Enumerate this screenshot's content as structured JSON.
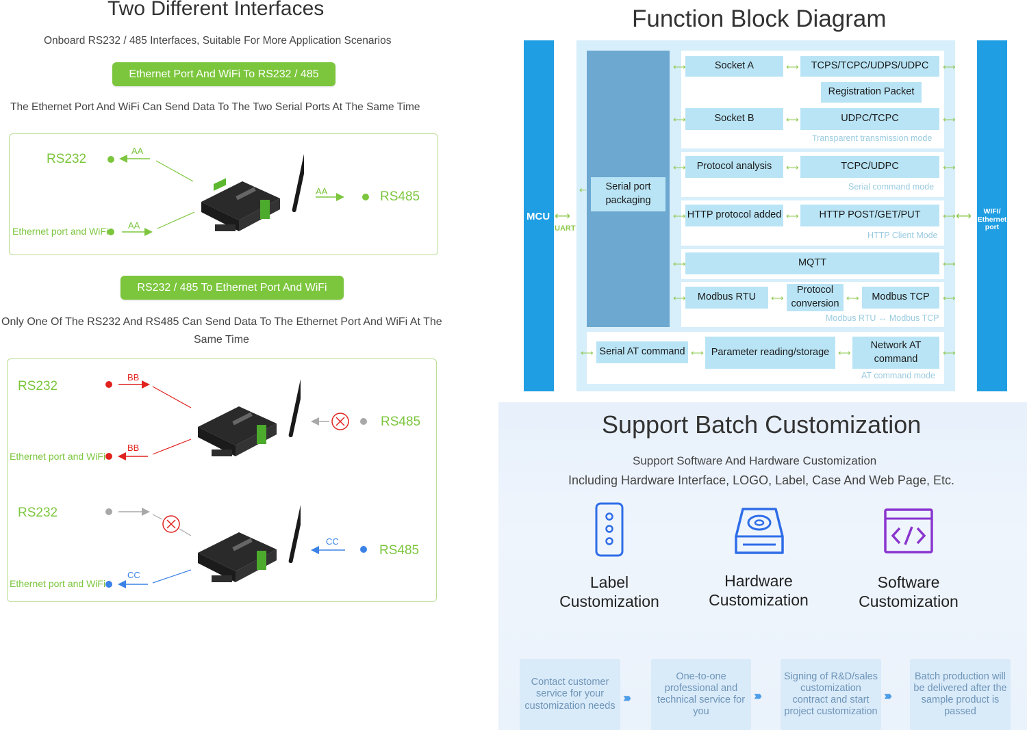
{
  "left": {
    "title": "Two Different Interfaces",
    "subtitle": "Onboard RS232 / 485 Interfaces, Suitable For More Application Scenarios",
    "mode1_button": "Ethernet Port And WiFi To RS232 / 485",
    "mode1_desc": "The Ethernet Port And WiFi Can Send Data To The Two Serial Ports At The Same Time",
    "mode2_button": "RS232 / 485 To Ethernet Port And WiFi",
    "mode2_desc_line1": "Only One Of The RS232 And RS485 Can Send Data To The Ethernet Port And WiFi At The",
    "mode2_desc_line2": "Same Time",
    "diagram1": {
      "rs232": "RS232",
      "rs485": "RS485",
      "eth": "Ethernet port and WiFi",
      "data": "AA"
    },
    "diagram2": {
      "rs232": "RS232",
      "rs485": "RS485",
      "eth": "Ethernet port and WiFi",
      "data": "BB"
    },
    "diagram3": {
      "rs232": "RS232",
      "rs485": "RS485",
      "eth": "Ethernet port and WiFi",
      "data": "CC"
    }
  },
  "block": {
    "title": "Function Block Diagram",
    "mcu": "MCU",
    "uart": "UART",
    "wifi_port_l1": "WIFI/",
    "wifi_port_l2": "Ethernet",
    "wifi_port_l3": "port",
    "serial_packaging_l1": "Serial port",
    "serial_packaging_l2": "packaging",
    "socket_a": "Socket A",
    "tcps": "TCPS/TCPC/UDPS/UDPC",
    "reg_packet": "Registration Packet",
    "socket_b": "Socket B",
    "udpc_tcpc": "UDPC/TCPC",
    "transparent_mode": "Transparent transmission mode",
    "protocol_analysis": "Protocol analysis",
    "tcpc_udpc": "TCPC/UDPC",
    "serial_cmd_mode": "Serial command mode",
    "http_added": "HTTP protocol added",
    "http_methods": "HTTP POST/GET/PUT",
    "http_client_mode": "HTTP Client Mode",
    "mqtt": "MQTT",
    "modbus_rtu": "Modbus RTU",
    "protocol_conv_l1": "Protocol",
    "protocol_conv_l2": "conversion",
    "modbus_tcp": "Modbus TCP",
    "modbus_mode": "Modbus RTU ↔ Modbus TCP",
    "serial_at": "Serial AT command",
    "param_rw": "Parameter reading/storage",
    "net_at_l1": "Network AT",
    "net_at_l2": "command",
    "at_mode": "AT command mode"
  },
  "batch": {
    "title": "Support Batch Customization",
    "line1": "Support Software And Hardware Customization",
    "line2": "Including Hardware Interface, LOGO, Label, Case And Web Page, Etc.",
    "items": [
      {
        "l1": "Label",
        "l2": "Customization"
      },
      {
        "l1": "Hardware",
        "l2": "Customization"
      },
      {
        "l1": "Software",
        "l2": "Customization"
      }
    ],
    "steps": [
      "Contact customer service for your customization needs",
      "One-to-one professional and technical service for you",
      "Signing of R&D/sales customization contract and start project customization",
      "Batch production will be delivered after the sample product is passed"
    ],
    "chevron": "››››"
  },
  "colors": {
    "green": "#7cc63d",
    "red": "#e0231f",
    "blue": "#3b82e6",
    "gray": "#a8a8a8",
    "bar_blue": "#1f9ee3"
  }
}
